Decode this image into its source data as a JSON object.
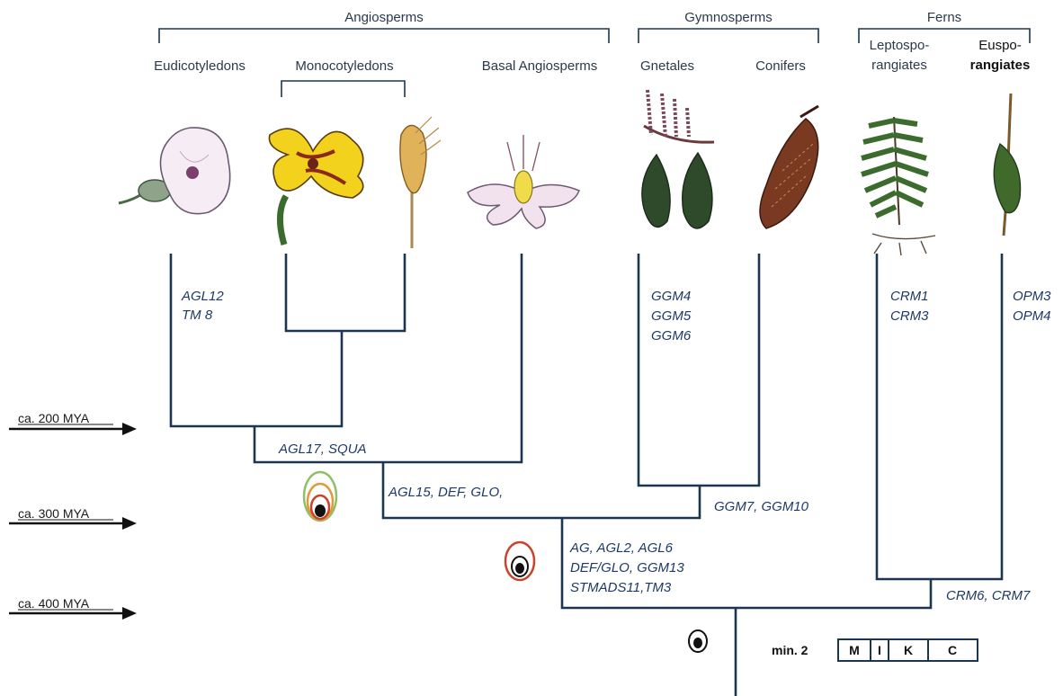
{
  "groups": {
    "angiosperms": "Angiosperms",
    "gymnosperms": "Gymnosperms",
    "ferns": "Ferns"
  },
  "taxa": {
    "eudicots": "Eudicotyledons",
    "monocots": "Monocotyledons",
    "basal": "Basal Angiosperms",
    "gnetales": "Gnetales",
    "conifers": "Conifers",
    "lepto1": "Leptospo-",
    "lepto2": "rangiates",
    "euspo1": "Euspo-",
    "euspo2": "rangiates"
  },
  "genes": {
    "eudicot_1": "AGL12",
    "eudicot_2": "TM 8",
    "gnet_1": "GGM4",
    "gnet_2": "GGM5",
    "gnet_3": "GGM6",
    "lepto_1": "CRM1",
    "lepto_2": "CRM3",
    "euspo_1": "OPM3",
    "euspo_2": "OPM4",
    "angio": "AGL17,  SQUA",
    "angio2": "AGL15, DEF, GLO,",
    "gymno": "GGM7, GGM10",
    "seed_1": "AG, AGL2, AGL6",
    "seed_2": "DEF/GLO, GGM13",
    "seed_3": "STMADS11,TM3",
    "fern": "CRM6, CRM7"
  },
  "time_marks": [
    "ca. 200 MYA",
    "ca. 300 MYA",
    "ca. 400 MYA"
  ],
  "mikc": {
    "min_label": "min. 2",
    "cells": [
      "M",
      "I",
      "K",
      "C"
    ]
  },
  "colors": {
    "branch": "#1c3550",
    "gene_text": "#1d3a66",
    "ring_green": "#8fbf6a",
    "ring_red": "#c8442c",
    "ring_orange": "#e09a3c"
  }
}
